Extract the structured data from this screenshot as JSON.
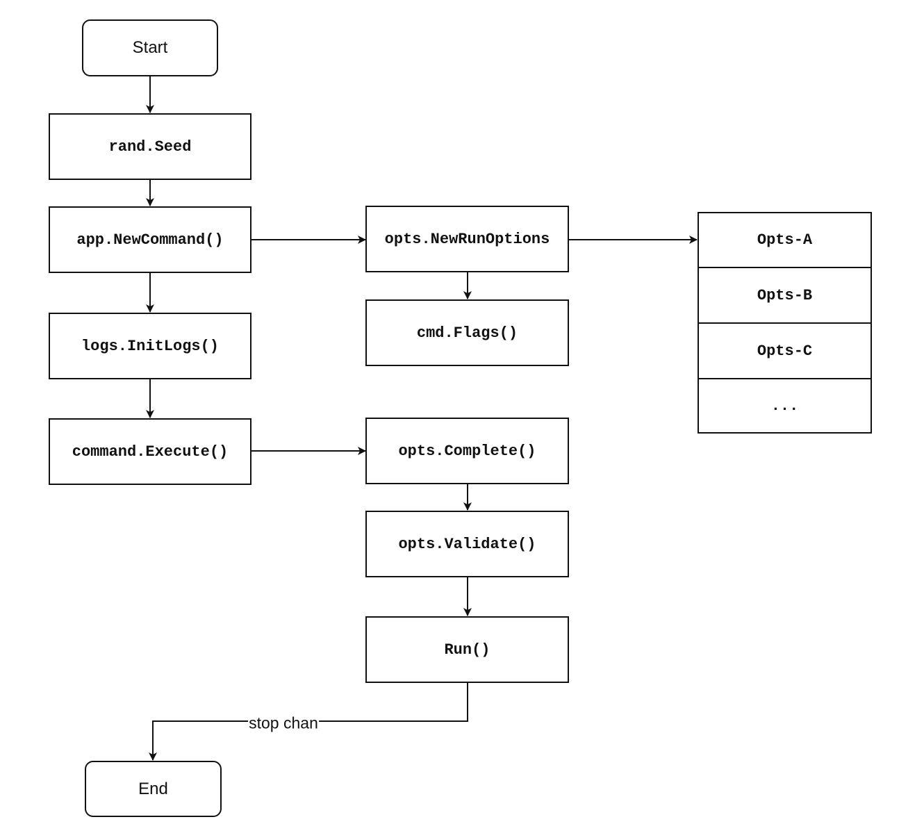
{
  "nodes": {
    "start": "Start",
    "rand_seed": "rand.Seed",
    "app_new_command": "app.NewCommand()",
    "logs_init_logs": "logs.InitLogs()",
    "command_execute": "command.Execute()",
    "opts_new_run_options": "opts.NewRunOptions",
    "cmd_flags": "cmd.Flags()",
    "opts_complete": "opts.Complete()",
    "opts_validate": "opts.Validate()",
    "run": "Run()",
    "end": "End"
  },
  "options_list": [
    "Opts-A",
    "Opts-B",
    "Opts-C",
    "..."
  ],
  "edges": {
    "run_to_end_label": "stop chan"
  },
  "colors": {
    "stroke": "#111111",
    "background": "#ffffff"
  }
}
